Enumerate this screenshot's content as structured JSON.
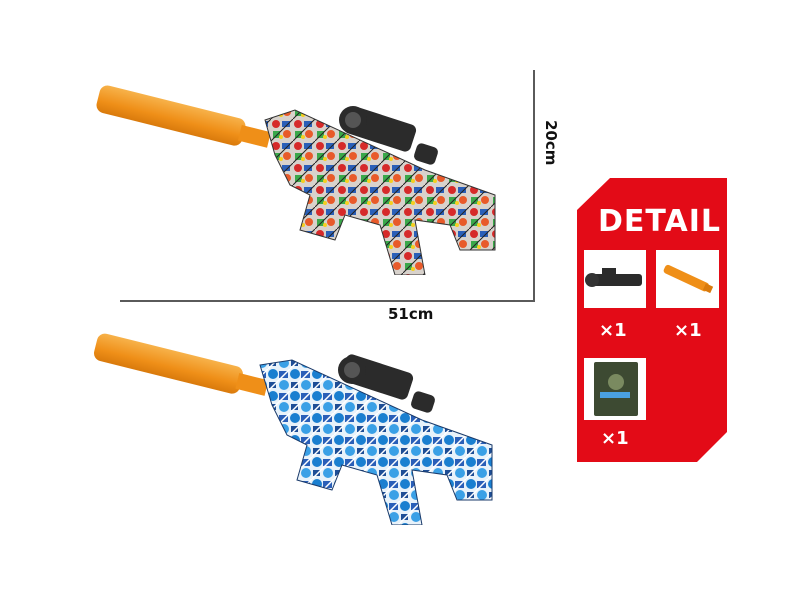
{
  "dimensions": {
    "width_label": "51cm",
    "height_label": "20cm"
  },
  "products": [
    {
      "name": "graffiti-red-gel-blaster",
      "variant": "red-multicolor graffiti",
      "barrel_color": "#f0961e"
    },
    {
      "name": "graffiti-blue-gel-blaster",
      "variant": "blue graffiti",
      "barrel_color": "#f0961e"
    }
  ],
  "detail_panel": {
    "title": "DETAIL",
    "bg_color": "#e30b17",
    "items": [
      {
        "name": "scope",
        "qty": "×1"
      },
      {
        "name": "suppressor",
        "qty": "×1"
      },
      {
        "name": "gel-ball-pack",
        "qty": "×1"
      }
    ]
  }
}
